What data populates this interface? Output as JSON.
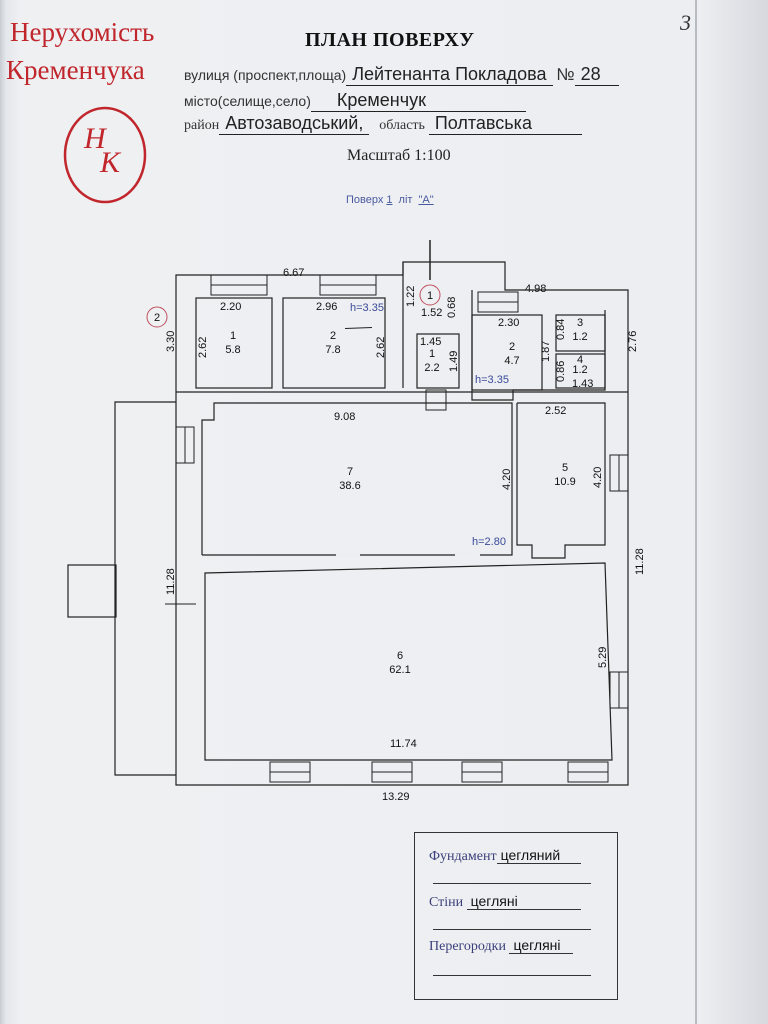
{
  "watermark": {
    "line1": "Нерухомість",
    "line2": "Кременчука",
    "logo_letters": "НК"
  },
  "page_number": "3",
  "header": {
    "title": "ПЛАН ПОВЕРХУ",
    "street_label": "вулиця (проспект,площа)",
    "street_value": "Лейтенанта Покладова",
    "number_label": "№",
    "number_value": "28",
    "city_label": "місто(селище,село)",
    "city_value": "Кременчук",
    "district_label": "район",
    "district_value": "Автозаводський,",
    "region_label": "область",
    "region_value": "Полтавська",
    "scale": "Масштаб  1:100",
    "floor_label": "Поверх",
    "floor_value": "1",
    "letter_label": "літ",
    "letter_value": "\"А\""
  },
  "plan": {
    "markers": [
      "1",
      "2"
    ],
    "rooms": [
      {
        "num": "1",
        "area": "5.8"
      },
      {
        "num": "2",
        "area": "7.8"
      },
      {
        "num": "1",
        "area": "2.2"
      },
      {
        "num": "2",
        "area": "4.7"
      },
      {
        "num": "3",
        "area": "1.2"
      },
      {
        "num": "4",
        "area": "1.2"
      },
      {
        "num": "7",
        "area": "38.6"
      },
      {
        "num": "5",
        "area": "10.9"
      },
      {
        "num": "6",
        "area": "62.1"
      }
    ],
    "dims": {
      "d667": "6.67",
      "d498": "4.98",
      "d220": "2.20",
      "d296": "2.96",
      "d122": "1.22",
      "d068": "0.68",
      "d152": "1.52",
      "d145": "1.45",
      "d149": "1.49",
      "d230": "2.30",
      "d084": "0.84",
      "d187": "1.87",
      "d086": "0.86",
      "d143": "1.43",
      "d276": "2.76",
      "d330": "3.30",
      "d262a": "2.62",
      "d262b": "2.62",
      "d908": "9.08",
      "d252": "2.52",
      "d420a": "4.20",
      "d420b": "4.20",
      "d1128a": "11.28",
      "d1128b": "11.28",
      "d529": "5.29",
      "d1174": "11.74",
      "d1329": "13.29"
    },
    "heights": {
      "h1": "h=3.35",
      "h2": "h=3.35",
      "h3": "h=2.80"
    }
  },
  "materials": {
    "foundation_label": "Фундамент",
    "foundation_value": "цегляний",
    "walls_label": "Стіни",
    "walls_value": "цегляні",
    "partitions_label": "Перегородки",
    "partitions_value": "цегляні"
  }
}
